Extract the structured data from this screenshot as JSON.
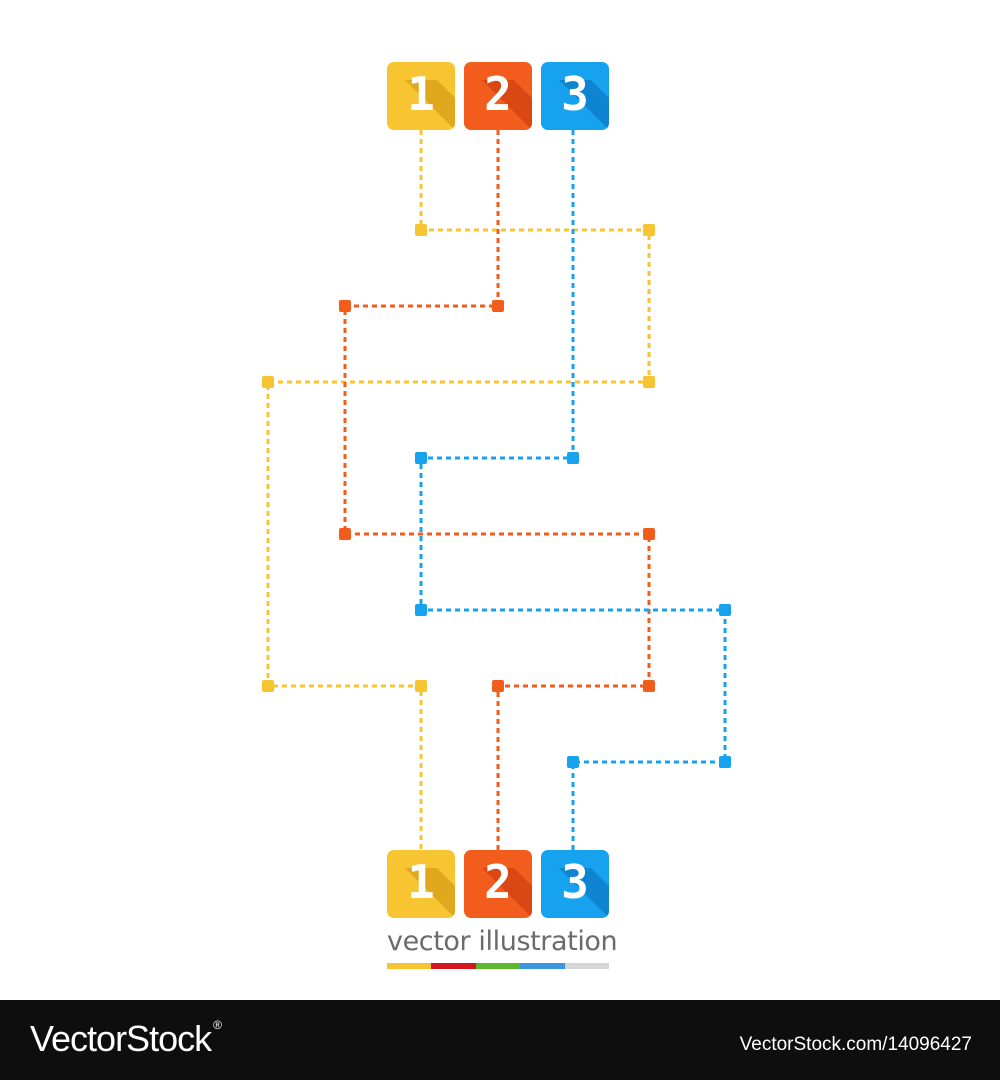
{
  "diagram": {
    "colors": {
      "yellow": "#f7c531",
      "yellow_dark": "#e0a81c",
      "orange": "#f25c1d",
      "orange_dark": "#d94812",
      "blue": "#17a2ef",
      "blue_dark": "#0f84d1"
    },
    "top_tiles": [
      {
        "label": "1",
        "color": "yellow"
      },
      {
        "label": "2",
        "color": "orange"
      },
      {
        "label": "3",
        "color": "blue"
      }
    ],
    "bottom_tiles": [
      {
        "label": "1",
        "color": "yellow"
      },
      {
        "label": "2",
        "color": "orange"
      },
      {
        "label": "3",
        "color": "blue"
      }
    ],
    "paths": [
      {
        "id": "path-1",
        "color": "yellow"
      },
      {
        "id": "path-2",
        "color": "orange"
      },
      {
        "id": "path-3",
        "color": "blue"
      }
    ]
  },
  "caption": {
    "text": "vector illustration",
    "bar_colors": [
      "#f7c531",
      "#d4171e",
      "#5db82d",
      "#3a96dd",
      "#d6d6d6"
    ]
  },
  "footer": {
    "brand": "VectorStock",
    "brand_mark": "®",
    "credit": "VectorStock.com/14096427"
  }
}
